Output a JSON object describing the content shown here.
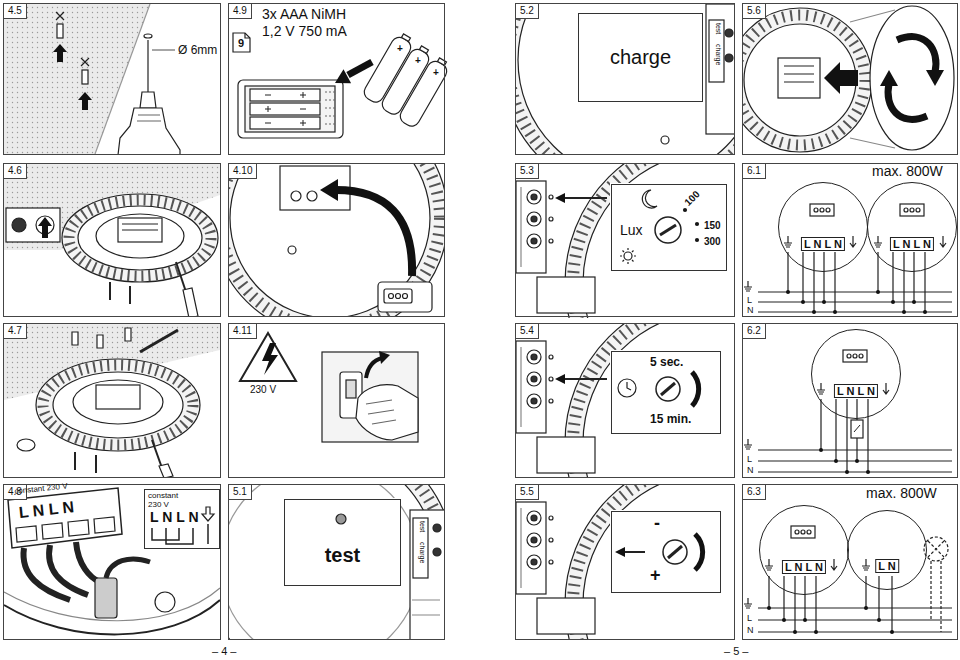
{
  "diagram": {
    "nodes": [
      {
        "text": [
          "4.5"
        ]
      },
      {
        "text": [
          "4.9"
        ]
      },
      {
        "text": [
          "4.6"
        ]
      },
      {
        "text": [
          "4.10"
        ]
      },
      {
        "text": [
          "4.7"
        ]
      },
      {
        "text": [
          "4.11"
        ]
      },
      {
        "text": [
          "4.8"
        ]
      },
      {
        "text": [
          "constant 230 V",
          "L N L N"
        ],
        "in": 6
      },
      {
        "text": [
          "5.1"
        ]
      },
      {
        "text": [
          "test"
        ],
        "in": 8
      },
      {
        "text": [
          "5.2"
        ]
      },
      {
        "text": [
          "charge"
        ],
        "in": 10
      },
      {
        "text": [
          "5.6"
        ]
      },
      {
        "text": [
          "5.3"
        ]
      },
      {
        "text": [
          "Lux",
          "100",
          "150",
          "300"
        ],
        "in": 13
      },
      {
        "text": [
          "6.1"
        ]
      },
      {
        "text": [
          "L N L N"
        ],
        "in": 15
      },
      {
        "text": [
          "L N L N"
        ],
        "in": 15
      },
      {
        "text": [
          "5.4"
        ]
      },
      {
        "text": [
          "5 sec.",
          "15 min."
        ],
        "in": 18
      },
      {
        "text": [
          "6.2"
        ]
      },
      {
        "text": [
          "L N L N"
        ],
        "in": 20
      },
      {
        "text": [
          "5.5"
        ]
      },
      {
        "text": [
          "-",
          "+"
        ],
        "in": 22
      },
      {
        "text": [
          "6.3"
        ]
      },
      {
        "text": [
          "L N L N"
        ],
        "in": 24
      },
      {
        "text": [
          "L N"
        ],
        "in": 24
      }
    ],
    "labels": [
      "Ø 6mm",
      "3x AAA NiMH",
      "1,2 V 750 mA",
      "9",
      "+",
      "+",
      "+",
      "230 V",
      "constant 230 V",
      "L N L N",
      "test",
      "charge",
      "test",
      "charge",
      "max. 800W",
      "L",
      "N",
      "L",
      "N",
      "max. 800W",
      "L",
      "N",
      "– 4 –",
      "– 5 –"
    ]
  }
}
